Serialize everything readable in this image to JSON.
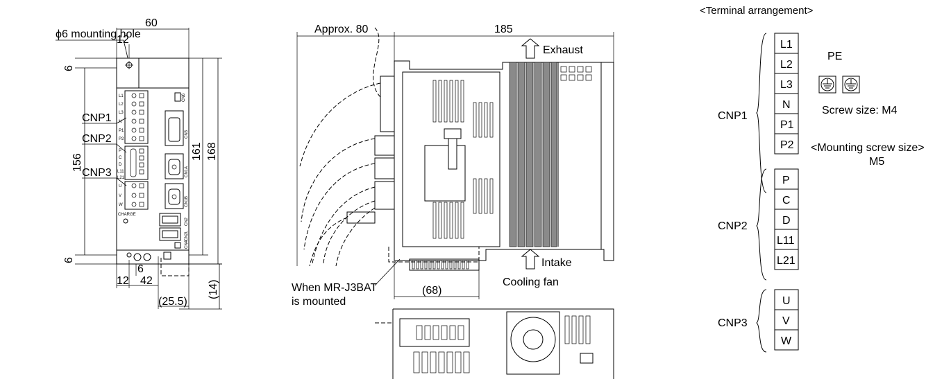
{
  "front_view": {
    "mounting_hole_label": "ϕ6 mounting hole",
    "dim_width_top": "60",
    "dim_hole_offset_top": "12",
    "dim_top_6": "6",
    "dim_bottom_6": "6",
    "dim_156": "156",
    "dim_161": "161",
    "dim_168": "168",
    "dim_bottom_6b": "6",
    "dim_bottom_12": "12",
    "dim_bottom_42": "42",
    "dim_25_5": "(25.5)",
    "dim_14": "(14)",
    "cnp1_label": "CNP1",
    "cnp2_label": "CNP2",
    "cnp3_label": "CNP3",
    "pin_l1": "L1",
    "pin_l2": "L2",
    "pin_l3": "L3",
    "pin_n": "N",
    "pin_p1": "P1",
    "pin_p2": "P2",
    "pin_p": "P",
    "pin_c": "C",
    "pin_d": "D",
    "pin_l11": "L11",
    "pin_l21": "L21",
    "pin_u": "U",
    "pin_v": "V",
    "pin_w": "W",
    "charge_label": "CHARGE",
    "cn6": "CN6",
    "cn3": "CN3",
    "cn1a": "CN1A",
    "cn1b": "CN1B",
    "cn2": "CN2",
    "cn2l": "CN2L",
    "cn4": "CN4"
  },
  "side_view": {
    "dim_approx": "Approx. 80",
    "dim_185": "185",
    "exhaust_label": "Exhaust",
    "intake_label": "Intake",
    "cooling_fan_label": "Cooling fan",
    "battery_label_line1": "When MR-J3BAT",
    "battery_label_line2": "is mounted",
    "dim_68": "(68)"
  },
  "terminal_arrangement": {
    "title": "<Terminal arrangement>",
    "cnp1": {
      "label": "CNP1",
      "pins": [
        "L1",
        "L2",
        "L3",
        "N",
        "P1",
        "P2"
      ]
    },
    "cnp2": {
      "label": "CNP2",
      "pins": [
        "P",
        "C",
        "D",
        "L11",
        "L21"
      ]
    },
    "cnp3": {
      "label": "CNP3",
      "pins": [
        "U",
        "V",
        "W"
      ]
    },
    "pe_label": "PE",
    "screw_size": "Screw size: M4",
    "mounting_screw_label": "<Mounting screw size>",
    "mounting_screw_value": "M5"
  }
}
